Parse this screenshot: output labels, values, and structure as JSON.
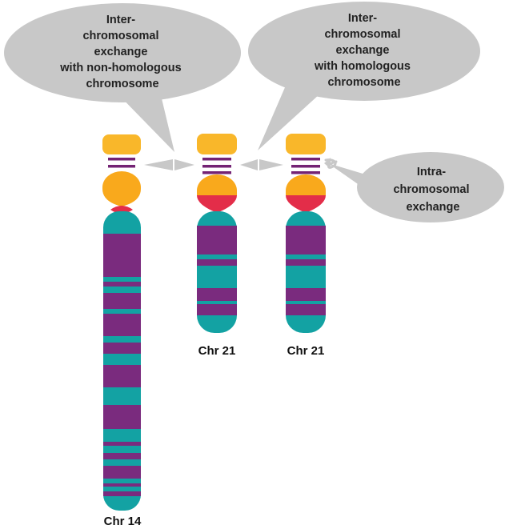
{
  "colors": {
    "bubble": "#c8c8c8",
    "satellite": "#f9b72a",
    "short_arm": "#f9a91c",
    "centromere": "#e32d49",
    "teal": "#13a2a3",
    "purple": "#7a2b7e",
    "dark_purple": "#6a1f6e",
    "stalk_band": "#742374"
  },
  "bubbles": {
    "non_homologous": [
      "Inter-",
      "chromosomal",
      "exchange",
      "with non-homologous",
      "chromosome"
    ],
    "homologous": [
      "Inter-",
      "chromosomal",
      "exchange",
      "with homologous",
      "chromosome"
    ],
    "intra": [
      "Intra-",
      "chromosomal",
      "exchange"
    ]
  },
  "chromosomes": {
    "chr14": "Chr 14",
    "chr21_a": "Chr 21",
    "chr21_b": "Chr 21"
  }
}
